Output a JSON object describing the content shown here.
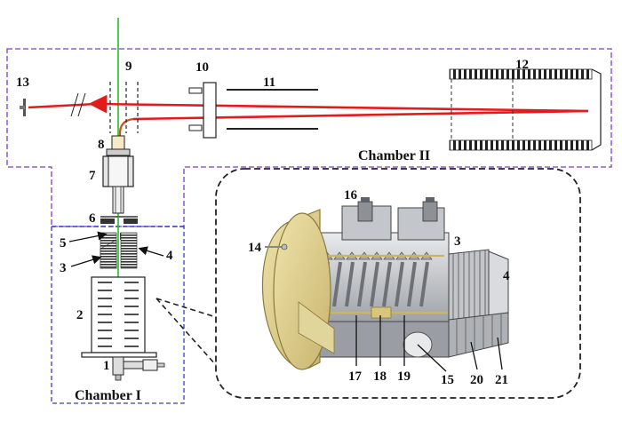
{
  "chamber_labels": {
    "chamber_one": "Chamber  I",
    "chamber_two": "Chamber  II"
  },
  "part_labels": {
    "p1": "1",
    "p2": "2",
    "p3": "3",
    "p4": "4",
    "p5": "5",
    "p6": "6",
    "p7": "7",
    "p8": "8",
    "p9": "9",
    "p10": "10",
    "p11": "11",
    "p12": "12",
    "p13": "13",
    "p14": "14",
    "p15": "15",
    "p16": "16",
    "p17": "17",
    "p18": "18",
    "p19": "19",
    "p20": "20",
    "p21": "21",
    "inset_p3": "3",
    "inset_p4": "4"
  },
  "colors": {
    "laser": "#e31b1b",
    "green_beam": "#1ec21e",
    "chamber_border": "#7a3ccf",
    "inset_border": "#222222",
    "flange_gold": "#d8c98a",
    "steel": "#b9bcc0"
  }
}
